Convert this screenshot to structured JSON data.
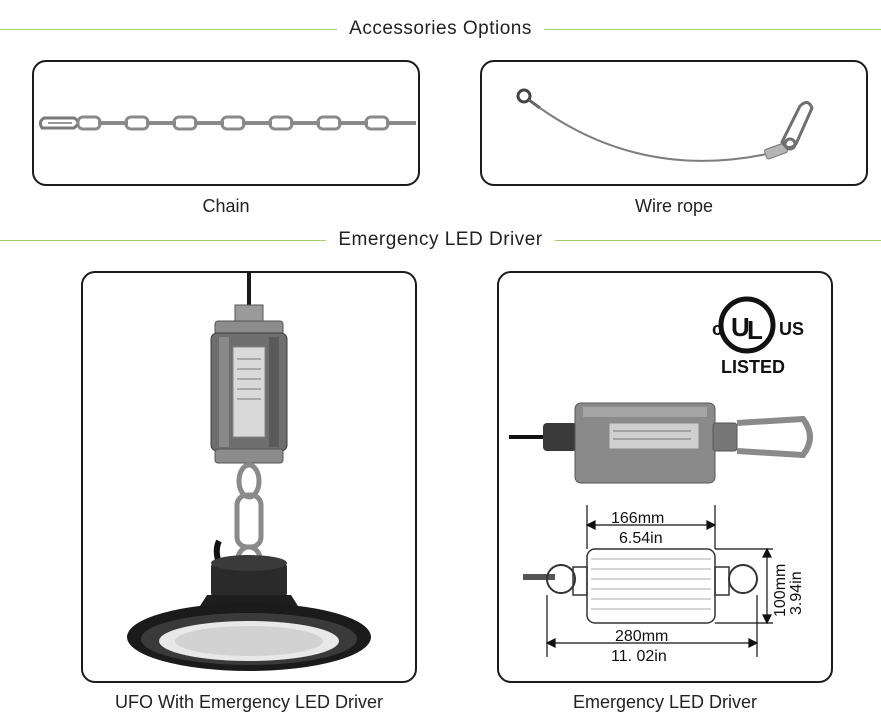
{
  "sections": {
    "accessories_title": "Accessories  Options",
    "emergency_title": "Emergency LED Driver"
  },
  "accessories": {
    "chain_caption": "Chain",
    "wire_rope_caption": "Wire rope"
  },
  "emergency": {
    "ufo_caption": "UFO With Emergency LED Driver",
    "driver_caption": "Emergency LED Driver",
    "ul_logo": {
      "c": "c",
      "u": "U",
      "l": "L",
      "us": "US",
      "listed": "LISTED"
    }
  },
  "dimensions": {
    "length_mm": "166mm",
    "length_in": "6.54in",
    "total_mm": "280mm",
    "total_in": "11. 02in",
    "height_mm": "100mm",
    "height_in": "3.94in"
  },
  "colors": {
    "rule": "#9fd16a",
    "frame": "#1b1b1b",
    "metal": "#8c8c8c"
  }
}
